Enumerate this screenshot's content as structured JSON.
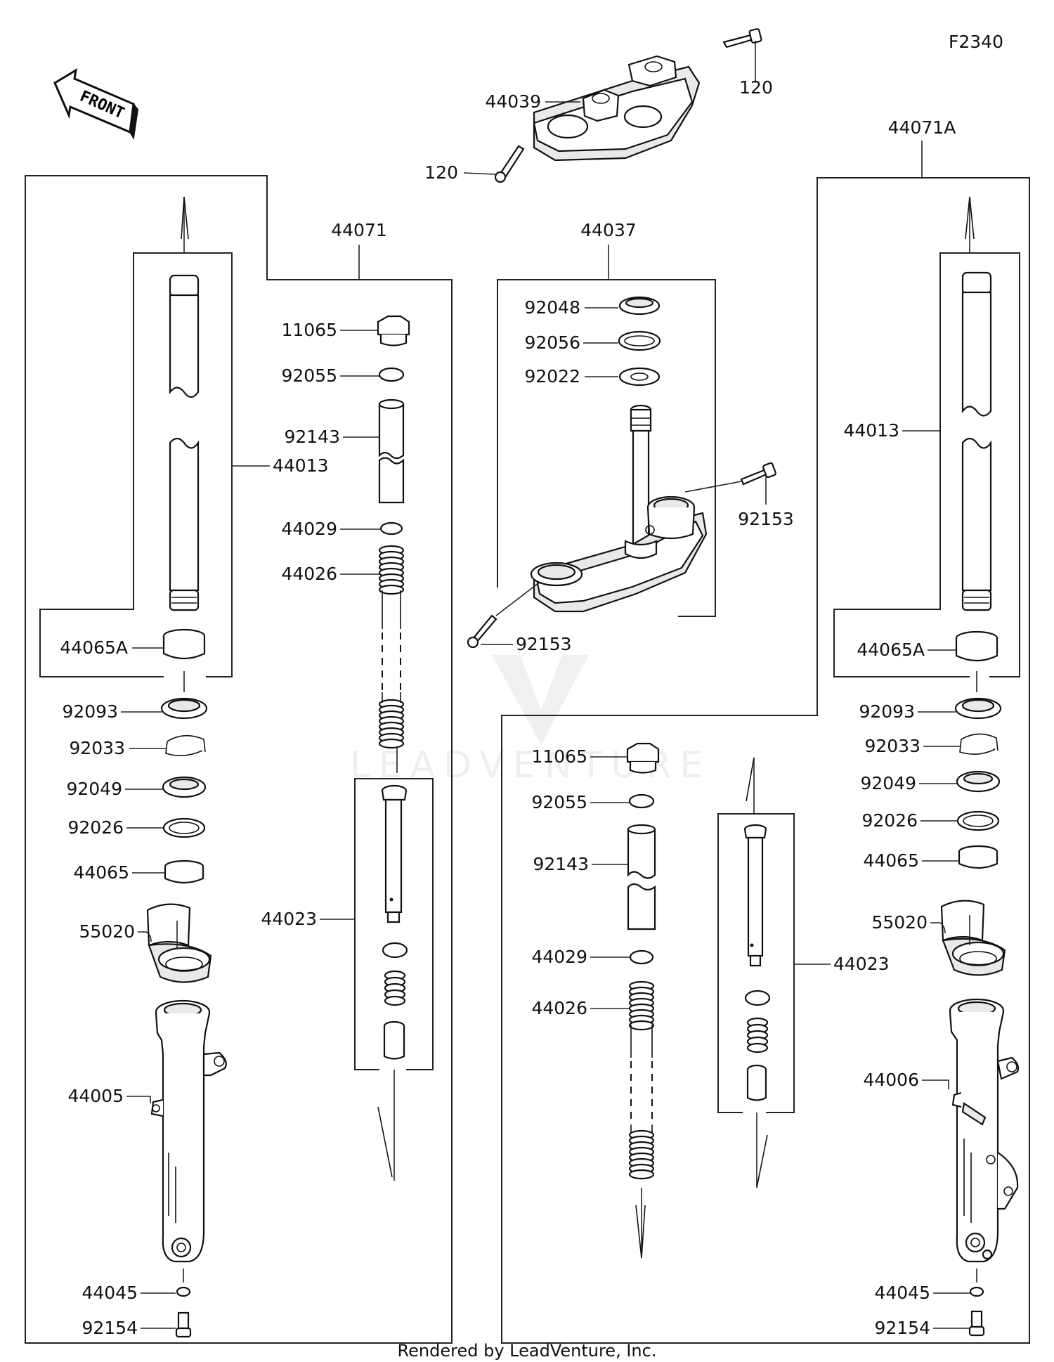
{
  "figure_code": "F2340",
  "front_label": "FRONT",
  "footer": "Rendered by LeadVenture, Inc.",
  "watermark": "LEADVENTURE",
  "labels": {
    "120_top": "120",
    "120_left": "120",
    "44039": "44039",
    "44071": "44071",
    "44037": "44037",
    "44071A": "44071A",
    "11065_l": "11065",
    "92055_l": "92055",
    "92143_l": "92143",
    "44013_l": "44013",
    "44029_l": "44029",
    "44026_l": "44026",
    "44065A_l": "44065A",
    "92093_l": "92093",
    "92033_l": "92033",
    "92049_l": "92049",
    "92026_l": "92026",
    "44065_l": "44065",
    "55020_l": "55020",
    "44023_l": "44023",
    "44005": "44005",
    "44045_l": "44045",
    "92154_l": "92154",
    "92048": "92048",
    "92056": "92056",
    "92022": "92022",
    "92153_r": "92153",
    "92153_l": "92153",
    "44013_r": "44013",
    "44065A_r": "44065A",
    "92093_r": "92093",
    "92033_r": "92033",
    "92049_r": "92049",
    "92026_r": "92026",
    "44065_r": "44065",
    "55020_r": "55020",
    "44006": "44006",
    "44045_r": "44045",
    "92154_r": "92154",
    "11065_r": "11065",
    "92055_r": "92055",
    "92143_r": "92143",
    "44029_r": "44029",
    "44026_r": "44026",
    "44023_r": "44023"
  }
}
